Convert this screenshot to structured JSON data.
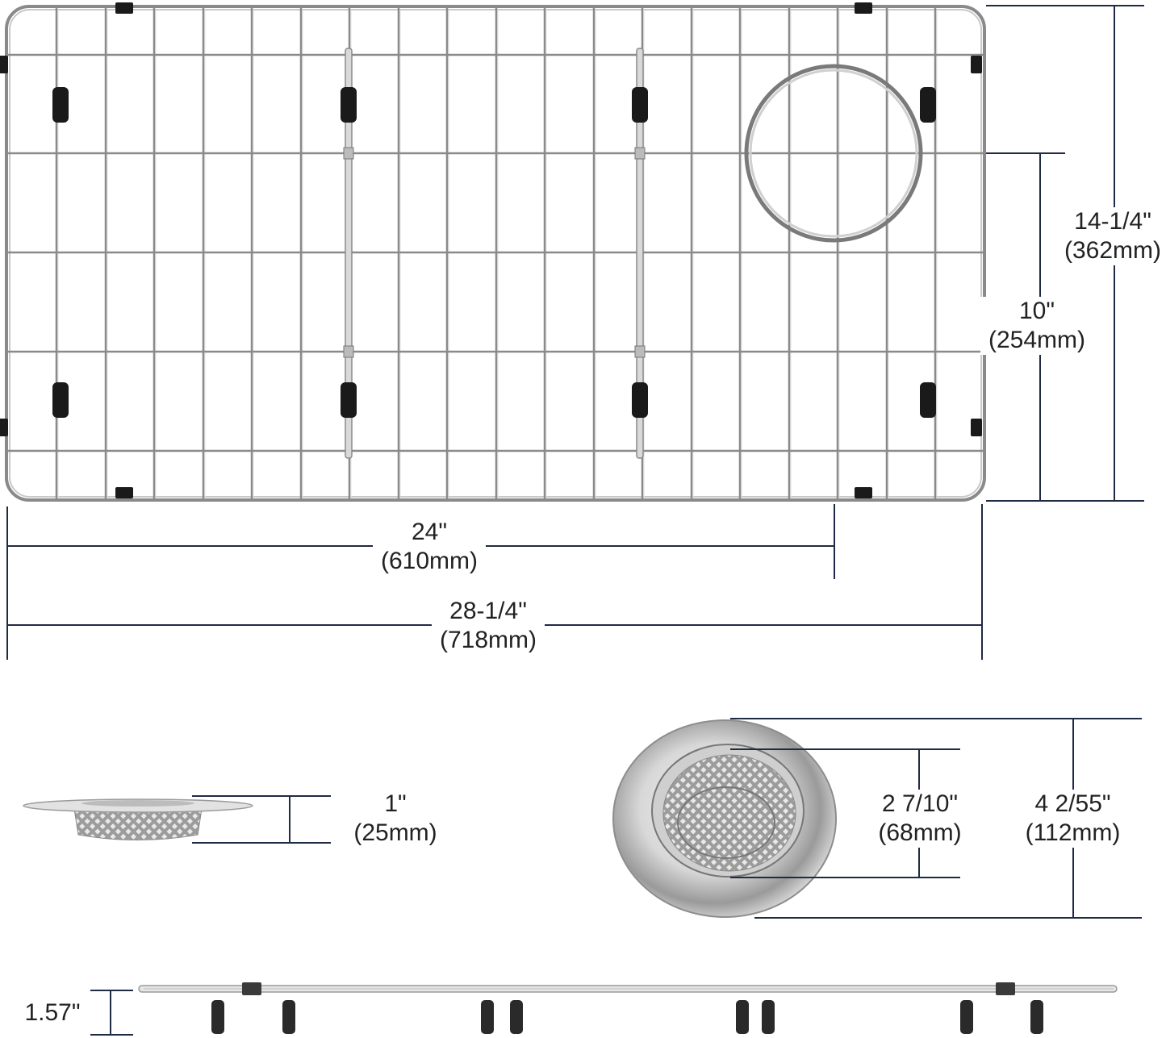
{
  "grid": {
    "width": {
      "inch": "28-1/4\"",
      "mm": "(718mm)"
    },
    "inner_width": {
      "inch": "24\"",
      "mm": "(610mm)"
    },
    "height": {
      "inch": "14-1/4\"",
      "mm": "(362mm)"
    },
    "inner_height": {
      "inch": "10\"",
      "mm": "(254mm)"
    },
    "leg_height": {
      "inch": "1.57\""
    }
  },
  "strainer": {
    "depth": {
      "inch": "1\"",
      "mm": "(25mm)"
    },
    "basket_diameter": {
      "inch": "2 7/10\"",
      "mm": "(68mm)"
    },
    "flange_diameter": {
      "inch": "4 2/55\"",
      "mm": "(112mm)"
    }
  },
  "colors": {
    "wire": "#8a8a8a",
    "wire_light": "#c9c9c9",
    "bumper": "#1a1a1a",
    "dim_line": "#1f2a44"
  }
}
